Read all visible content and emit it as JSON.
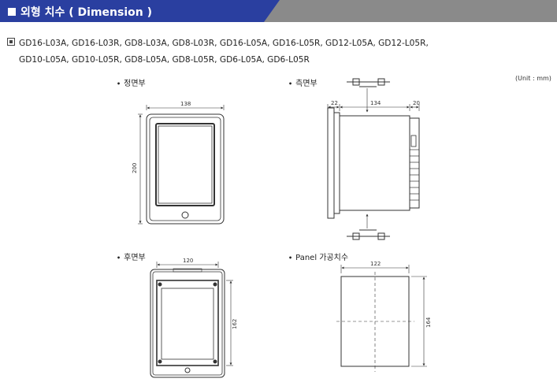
{
  "header": {
    "title": "외형 치수 ( Dimension )"
  },
  "models": {
    "line1": "GD16-L03A, GD16-L03R, GD8-L03A, GD8-L03R, GD16-L05A, GD16-L05R, GD12-L05A, GD12-L05R,",
    "line2": "GD10-L05A, GD10-L05R, GD8-L05A, GD8-L05R, GD6-L05A, GD6-L05R"
  },
  "unit": "(Unit : mm)",
  "views": {
    "front": {
      "label": "정면부",
      "width": "138",
      "height": "200"
    },
    "side": {
      "label": "측면부",
      "left": "22",
      "middle": "134",
      "right": "20"
    },
    "rear": {
      "label": "후면부",
      "width": "120",
      "height": "162"
    },
    "panel": {
      "label": "Panel 가공치수",
      "width": "122",
      "height": "164"
    }
  },
  "colors": {
    "banner_dark": "#2a3fa0",
    "banner_light": "#8a8a8a"
  }
}
